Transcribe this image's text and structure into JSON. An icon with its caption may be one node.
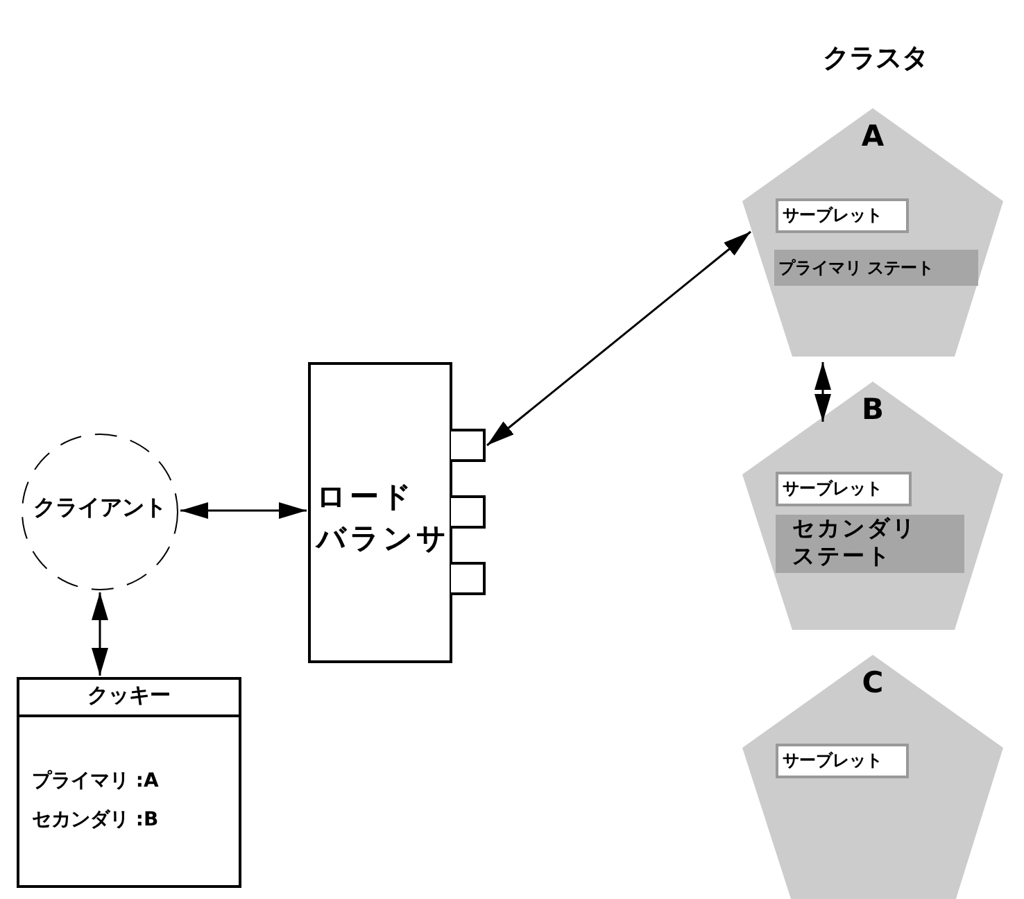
{
  "diagram": {
    "title": "クラスタ",
    "nodes": [
      {
        "text": [
          "クライアント"
        ]
      },
      {
        "text": [
          "クッキー",
          "プライマリ :A",
          "セカンダリ :B"
        ]
      },
      {
        "text": [
          "ロードバランサ"
        ]
      },
      {
        "text": [],
        "shape": "box"
      },
      {
        "text": [],
        "shape": "box"
      },
      {
        "text": [],
        "shape": "box"
      },
      {
        "text": [
          "A"
        ]
      },
      {
        "text": [
          "サーブレット"
        ],
        "in": 6
      },
      {
        "text": [
          "プライマリ ステート"
        ],
        "in": 6
      },
      {
        "text": [
          "B"
        ]
      },
      {
        "text": [
          "サーブレット"
        ],
        "in": 9
      },
      {
        "text": [
          "セカンダリステート"
        ],
        "in": 9
      },
      {
        "text": [
          "C"
        ]
      },
      {
        "text": [
          "サーブレット"
        ],
        "in": 12
      }
    ],
    "edges": [
      {
        "from": 0,
        "to": 2,
        "arrow": "both"
      },
      {
        "from": 0,
        "to": 1,
        "arrow": "both"
      },
      {
        "from": 6,
        "to": 3,
        "arrow": "both"
      },
      {
        "from": 6,
        "to": 9,
        "arrow": "both"
      }
    ]
  }
}
